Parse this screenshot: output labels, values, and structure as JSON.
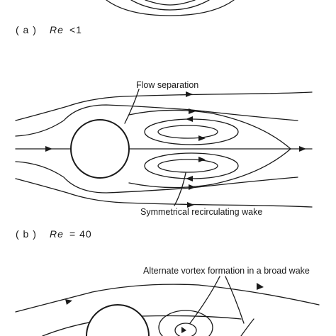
{
  "panels": [
    {
      "letter": "( a )",
      "re_symbol": "Re",
      "re_value": "<1"
    },
    {
      "letter": "( b )",
      "re_symbol": "Re",
      "re_value": "= 40"
    }
  ],
  "annotations": {
    "flow_separation": "Flow separation",
    "symmetrical_wake": "Symmetrical recirculating wake",
    "alternate_vortex": "Alternate vortex formation in a broad wake"
  }
}
